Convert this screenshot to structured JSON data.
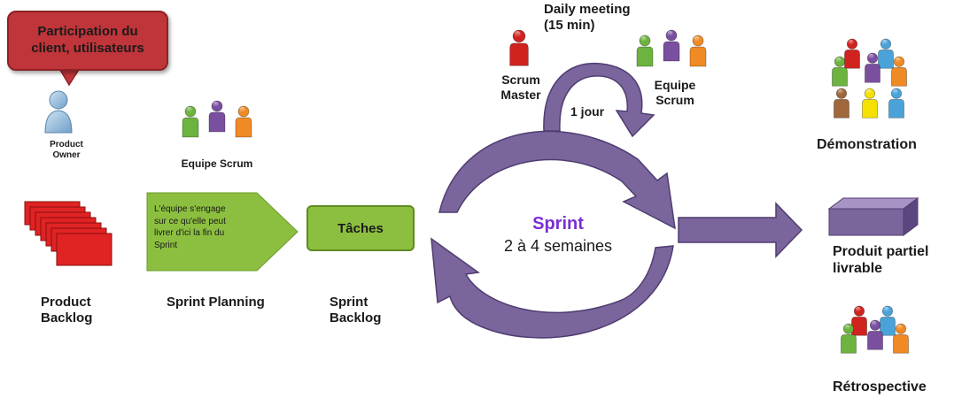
{
  "callout": {
    "text_line1": "Participation du",
    "text_line2": "client, utilisateurs"
  },
  "product_owner": {
    "line1": "Product",
    "line2": "Owner"
  },
  "equipe_scrum_left": "Equipe Scrum",
  "product_backlog": {
    "line1": "Product",
    "line2": "Backlog"
  },
  "sprint_planning": {
    "label": "Sprint Planning",
    "engagement_lines": [
      "L'équipe s'engage",
      "sur ce qu'elle peut",
      "livrer d'ici la fin du",
      "Sprint"
    ]
  },
  "sprint_backlog": {
    "box": "Tâches",
    "line1": "Sprint",
    "line2": "Backlog"
  },
  "daily": {
    "line1": "Daily meeting",
    "line2": "(15 min)",
    "cycle": "1 jour"
  },
  "scrum_master": {
    "line1": "Scrum",
    "line2": "Master"
  },
  "equipe_scrum_right": {
    "line1": "Equipe",
    "line2": "Scrum"
  },
  "sprint": {
    "title": "Sprint",
    "duration": "2 à 4 semaines"
  },
  "demonstration": "Démonstration",
  "produit": {
    "line1": "Produit partiel",
    "line2": "livrable"
  },
  "retrospective": "Rétrospective",
  "colors": {
    "cycle": "#7b659d",
    "cycle_dark": "#4f3d70",
    "sprint_title": "#7a2fd0",
    "callout": "#c0353a",
    "green_box": "#8cbf3f",
    "backlog": "#e02323",
    "person_red": "#d0231f",
    "person_green": "#6cb33f",
    "person_purple": "#7b4fa0",
    "person_orange": "#f08a24",
    "person_blue": "#4aa3d8",
    "person_yellow": "#f5e000",
    "person_brown": "#a0673c"
  }
}
